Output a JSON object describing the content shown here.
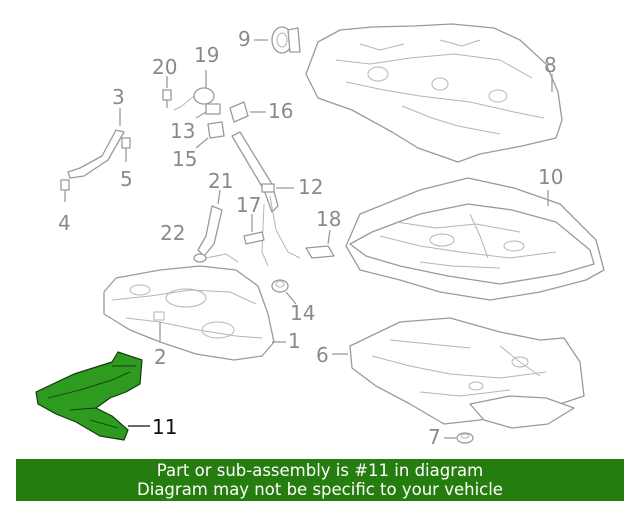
{
  "callouts": {
    "c1": "1",
    "c2": "2",
    "c3": "3",
    "c4": "4",
    "c5": "5",
    "c6": "6",
    "c7": "7",
    "c8": "8",
    "c9": "9",
    "c10": "10",
    "c11": "11",
    "c12": "12",
    "c13": "13",
    "c14": "14",
    "c15": "15",
    "c16": "16",
    "c17": "17",
    "c18": "18",
    "c19": "19",
    "c20": "20",
    "c21": "21",
    "c22": "22"
  },
  "highlight": {
    "part_number": "11",
    "color": "#2e9a1f"
  },
  "banner": {
    "line1": "Part or sub-assembly is #11 in diagram",
    "line2": "Diagram may not be specific to your vehicle",
    "background": "#267d0f"
  }
}
